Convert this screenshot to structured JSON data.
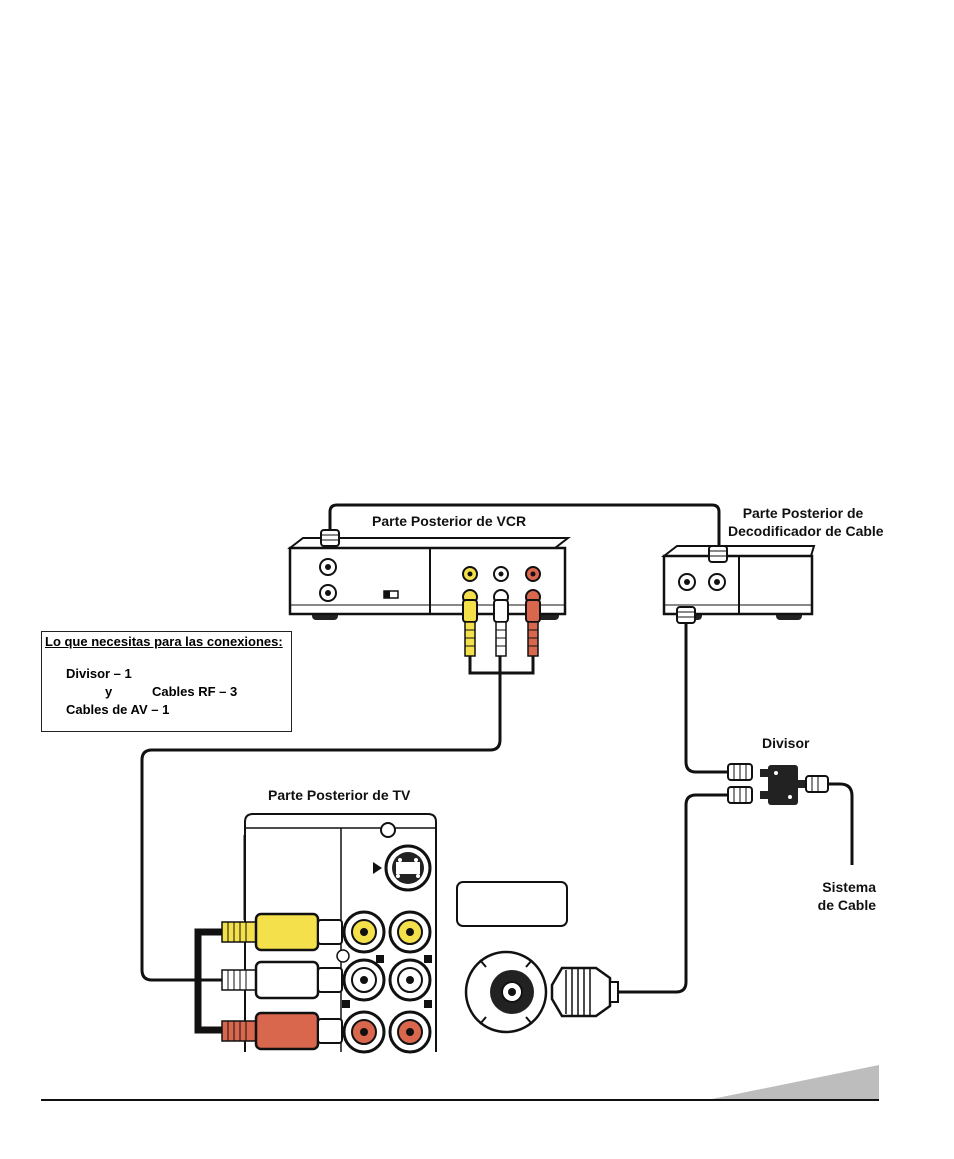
{
  "labels": {
    "vcr_back": "Parte Posterior de VCR",
    "decoder_back_line1": "Parte Posterior de",
    "decoder_back_line2": "Decodificador de Cable",
    "tv_back": "Parte Posterior de TV",
    "splitter": "Divisor",
    "cable_system_line1": "Sistema",
    "cable_system_line2": "de Cable"
  },
  "requirements": {
    "title": "Lo que necesitas para las conexiones:",
    "items": [
      "Divisor – 1",
      "y",
      "Cables RF – 3",
      "Cables de AV  – 1"
    ]
  },
  "colors": {
    "video": "#f4e04a",
    "audio_left": "#ffffff",
    "audio_right": "#d9674e",
    "line": "#111111",
    "tab": "#bdbdbd"
  }
}
